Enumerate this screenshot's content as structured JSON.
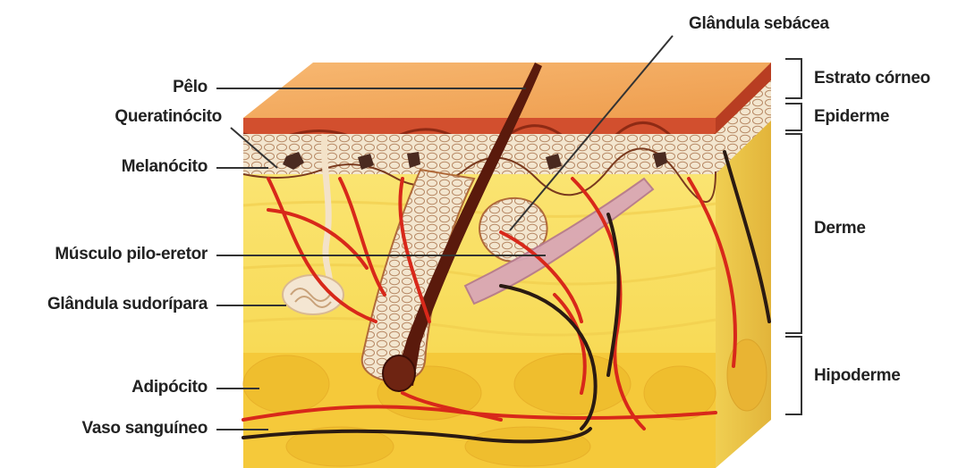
{
  "labels": {
    "left": {
      "pelo": "Pêlo",
      "queratinocito": "Queratinócito",
      "melanocito": "Melanócito",
      "musculo": "Músculo pilo-eretor",
      "sudoripara": "Glândula sudorípara",
      "adipocito": "Adipócito",
      "vaso": "Vaso sanguíneo"
    },
    "top": {
      "sebacea": "Glândula sebácea"
    },
    "right": {
      "estrato": "Estrato córneo",
      "epiderme": "Epiderme",
      "derme": "Derme",
      "hipoderme": "Hipoderme"
    }
  },
  "colors": {
    "top_surface": "#f2a55a",
    "stratum": "#c9452a",
    "dermis": "#f8de5a",
    "hypodermis": "#f4c63a",
    "side_face": "#e8c04a",
    "vessel_red": "#d8281a",
    "vessel_dark": "#2a1a12",
    "hair": "#5a1a0c"
  }
}
